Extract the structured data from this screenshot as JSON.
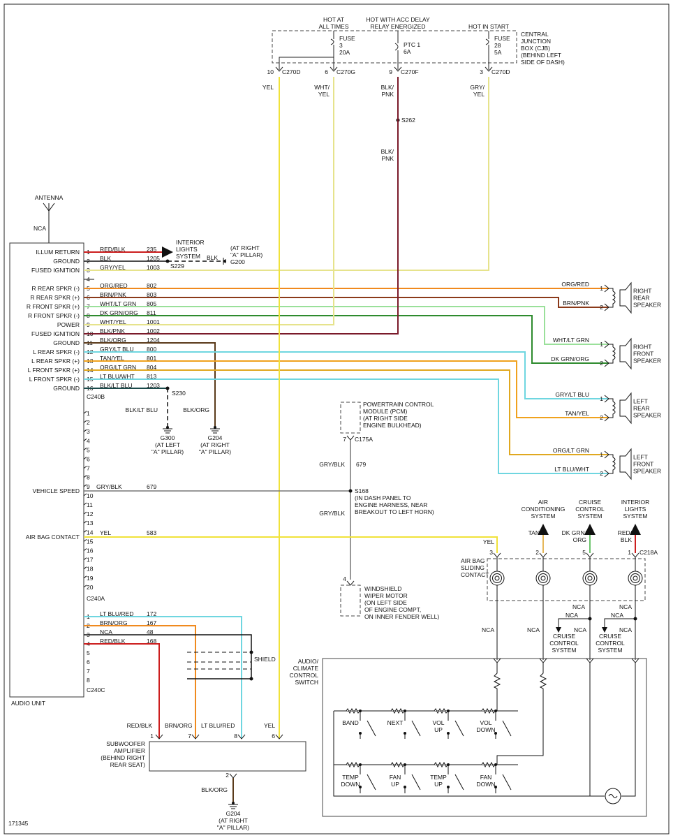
{
  "figure_id": "171345",
  "colors": {
    "red": "#cc1e1e",
    "black": "#111111",
    "yellow": "#f0e23a",
    "yellow_light": "#e6e38c",
    "orange": "#f08a1e",
    "brown": "#6b4424",
    "green": "#6cc46c",
    "dark_green": "#2e8b2e",
    "light_blue": "#6fd6e0",
    "maroon": "#7a1a2a",
    "grey": "#777777",
    "tan": "#e6b85a"
  },
  "cjb": {
    "header_left": [
      "HOT AT",
      "ALL TIMES"
    ],
    "header_mid": [
      "HOT WITH ACC DELAY",
      "RELAY ENERGIZED"
    ],
    "header_right": "HOT IN START",
    "title": [
      "CENTRAL",
      "JUNCTION",
      "BOX (CJB)",
      "(BEHIND LEFT",
      "SIDE OF DASH)"
    ],
    "fuse3": [
      "FUSE",
      "3",
      "20A"
    ],
    "ptc1": [
      "PTC 1",
      "6A"
    ],
    "fuse28": [
      "FUSE",
      "28",
      "5A"
    ],
    "pins": [
      {
        "pin": "10",
        "conn": "C270D",
        "wire": [
          "YEL"
        ]
      },
      {
        "pin": "6",
        "conn": "C270G",
        "wire": [
          "WHT/",
          "YEL"
        ]
      },
      {
        "pin": "9",
        "conn": "C270F",
        "wire": [
          "BLK/",
          "PNK"
        ]
      },
      {
        "pin": "3",
        "conn": "C270D",
        "wire": [
          "GRY/",
          "YEL"
        ]
      }
    ]
  },
  "splice_s262": "S262",
  "wire_blk_pnk": [
    "BLK/",
    "PNK"
  ],
  "antenna": {
    "label": "ANTENNA",
    "nca": "NCA"
  },
  "audio_unit": {
    "title": "AUDIO UNIT",
    "c240b": {
      "name": "C240B",
      "pins": [
        {
          "n": "1",
          "func": "ILLUM RETURN",
          "color_name": "RED/BLK",
          "circuit": "235"
        },
        {
          "n": "2",
          "func": "GROUND",
          "color_name": "BLK",
          "circuit": "1205"
        },
        {
          "n": "3",
          "func": "FUSED IGNITION",
          "color_name": "GRY/YEL",
          "circuit": "1003"
        },
        {
          "n": "4",
          "func": "",
          "color_name": "",
          "circuit": ""
        },
        {
          "n": "5",
          "func": "R REAR SPKR (-)",
          "color_name": "ORG/RED",
          "circuit": "802"
        },
        {
          "n": "6",
          "func": "R REAR SPKR (+)",
          "color_name": "BRN/PNK",
          "circuit": "803"
        },
        {
          "n": "7",
          "func": "R FRONT SPKR (+)",
          "color_name": "WHT/LT GRN",
          "circuit": "805"
        },
        {
          "n": "8",
          "func": "R FRONT SPKR (-)",
          "color_name": "DK GRN/ORG",
          "circuit": "811"
        },
        {
          "n": "9",
          "func": "POWER",
          "color_name": "WHT/YEL",
          "circuit": "1001"
        },
        {
          "n": "10",
          "func": "FUSED IGNITION",
          "color_name": "BLK/PNK",
          "circuit": "1002"
        },
        {
          "n": "11",
          "func": "GROUND",
          "color_name": "BLK/ORG",
          "circuit": "1204"
        },
        {
          "n": "12",
          "func": "L REAR SPKR (-)",
          "color_name": "GRY/LT BLU",
          "circuit": "800"
        },
        {
          "n": "13",
          "func": "L REAR SPKR (+)",
          "color_name": "TAN/YEL",
          "circuit": "801"
        },
        {
          "n": "14",
          "func": "L FRONT SPKR (+)",
          "color_name": "ORG/LT GRN",
          "circuit": "804"
        },
        {
          "n": "15",
          "func": "L FRONT SPKR (-)",
          "color_name": "LT BLU/WHT",
          "circuit": "813"
        },
        {
          "n": "16",
          "func": "GROUND",
          "color_name": "BLK/LT BLU",
          "circuit": "1203"
        }
      ]
    },
    "c240a": {
      "name": "C240A",
      "pins": [
        "1",
        "2",
        "3",
        "4",
        "5",
        "6",
        "7",
        "8",
        "9",
        "10",
        "11",
        "12",
        "13",
        "14",
        "15",
        "16",
        "17",
        "18",
        "19",
        "20"
      ],
      "vehicle_speed": {
        "func": "VEHICLE SPEED",
        "color_name": "GRY/BLK",
        "circuit": "679"
      },
      "air_bag": {
        "func": "AIR BAG CONTACT",
        "color_name": "YEL",
        "circuit": "583"
      }
    },
    "c240c": {
      "name": "C240C",
      "pins": [
        {
          "n": "1",
          "color_name": "LT BLU/RED",
          "circuit": "172"
        },
        {
          "n": "2",
          "color_name": "BRN/ORG",
          "circuit": "167"
        },
        {
          "n": "3",
          "color_name": "NCA",
          "circuit": "48"
        },
        {
          "n": "4",
          "color_name": "RED/BLK",
          "circuit": "168"
        },
        {
          "n": "5",
          "color_name": "",
          "circuit": ""
        },
        {
          "n": "6",
          "color_name": "",
          "circuit": ""
        },
        {
          "n": "7",
          "color_name": "",
          "circuit": ""
        },
        {
          "n": "8",
          "color_name": "",
          "circuit": ""
        }
      ],
      "shield": "SHIELD"
    }
  },
  "interior_lights": [
    "INTERIOR",
    "LIGHTS",
    "SYSTEM"
  ],
  "s229": "S229",
  "blk": "BLK",
  "g200": [
    "(AT RIGHT",
    "\"A\" PILLAR)",
    "G200"
  ],
  "s230": "S230",
  "ground_wires": {
    "left": "BLK/LT BLU",
    "right": "BLK/ORG"
  },
  "g300": [
    "G300",
    "(AT LEFT",
    "\"A\" PILLAR)"
  ],
  "g204a": [
    "G204",
    "(AT RIGHT",
    "\"A\" PILLAR)"
  ],
  "speakers": [
    {
      "name": [
        "RIGHT",
        "REAR",
        "SPEAKER"
      ],
      "w1": "ORG/RED",
      "w2": "BRN/PNK"
    },
    {
      "name": [
        "RIGHT",
        "FRONT",
        "SPEAKER"
      ],
      "w1": "WHT/LT GRN",
      "w2": "DK GRN/ORG"
    },
    {
      "name": [
        "LEFT",
        "REAR",
        "SPEAKER"
      ],
      "w1": "GRY/LT BLU",
      "w2": "TAN/YEL"
    },
    {
      "name": [
        "LEFT",
        "FRONT",
        "SPEAKER"
      ],
      "w1": "ORG/LT GRN",
      "w2": "LT BLU/WHT"
    }
  ],
  "pin1": "1",
  "pin2": "2",
  "pcm": {
    "label": [
      "POWERTRAIN CONTROL",
      "MODULE (PCM)",
      "(AT RIGHT SIDE",
      "ENGINE BULKHEAD)"
    ],
    "pin": "7",
    "conn": "C175A",
    "wire": "GRY/BLK",
    "circuit": "679"
  },
  "s168": {
    "name": "S168",
    "desc": [
      "(IN DASH PANEL TO",
      "ENGINE HARNESS, NEAR",
      "BREAKOUT TO LEFT HORN)"
    ],
    "wire": "GRY/BLK"
  },
  "wiper": {
    "label": [
      "WINDSHIELD",
      "WIPER MOTOR",
      "(ON LEFT SIDE",
      "OF ENGINE COMPT,",
      "ON INNER FENDER WELL)"
    ],
    "pin": "4"
  },
  "top_systems": [
    {
      "name": [
        "AIR",
        "CONDITIONING",
        "SYSTEM"
      ],
      "wire": [
        "TAN"
      ]
    },
    {
      "name": [
        "CRUISE",
        "CONTROL",
        "SYSTEM"
      ],
      "wire": [
        "DK GRN/",
        "ORG"
      ]
    },
    {
      "name": [
        "INTERIOR",
        "LIGHTS",
        "SYSTEM"
      ],
      "wire": [
        "RED/",
        "BLK"
      ]
    }
  ],
  "c218a": {
    "name": "C218A",
    "pins": [
      "3",
      "2",
      "5",
      "1"
    ],
    "yel": "YEL"
  },
  "air_bag_contact": [
    "AIR BAG",
    "SLIDING",
    "CONTACT"
  ],
  "nca": "NCA",
  "cruise_system": [
    "CRUISE",
    "CONTROL",
    "SYSTEM"
  ],
  "switch_box": {
    "title": [
      "AUDIO/",
      "CLIMATE",
      "CONTROL",
      "SWITCH"
    ],
    "row1": [
      "BAND",
      "NEXT",
      "VOL UP",
      "VOL DOWN"
    ],
    "row2": [
      "TEMP DOWN",
      "FAN UP",
      "TEMP UP",
      "FAN DOWN"
    ]
  },
  "subwoofer": {
    "label": [
      "SUBWOOFER",
      "AMPLIFIER",
      "(BEHIND RIGHT",
      "REAR SEAT)"
    ],
    "pins": [
      {
        "n": "1",
        "wire": "RED/BLK"
      },
      {
        "n": "7",
        "wire": "BRN/ORG"
      },
      {
        "n": "8",
        "wire": "LT BLU/RED"
      },
      {
        "n": "6",
        "wire": "YEL"
      }
    ],
    "bottom_pin": "2",
    "bottom_wire": "BLK/ORG",
    "ground": [
      "G204",
      "(AT RIGHT",
      "\"A\" PILLAR)"
    ]
  }
}
